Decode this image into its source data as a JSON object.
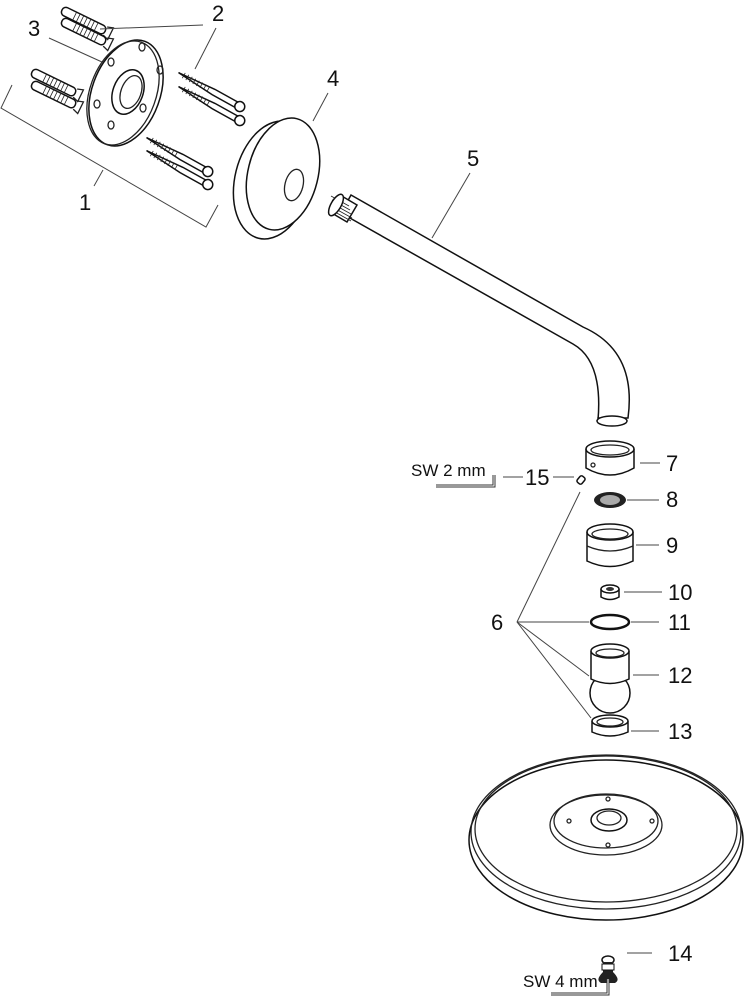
{
  "diagram": {
    "title": "Exploded view – overhead shower arm assembly",
    "parts": [
      {
        "number": "1",
        "name": "mounting-set"
      },
      {
        "number": "2",
        "name": "screws-and-dowels"
      },
      {
        "number": "3",
        "name": "wall-flange"
      },
      {
        "number": "4",
        "name": "wall-rosette"
      },
      {
        "number": "5",
        "name": "shower-arm"
      },
      {
        "number": "6",
        "name": "ball-joint-set"
      },
      {
        "number": "7",
        "name": "clamp-ring"
      },
      {
        "number": "8",
        "name": "strainer"
      },
      {
        "number": "9",
        "name": "union-nut"
      },
      {
        "number": "10",
        "name": "flow-limiter"
      },
      {
        "number": "11",
        "name": "o-ring"
      },
      {
        "number": "12",
        "name": "ball-joint"
      },
      {
        "number": "13",
        "name": "ball-seat-ring"
      },
      {
        "number": "14",
        "name": "fixing-screw"
      },
      {
        "number": "15",
        "name": "grub-screw"
      }
    ],
    "tools": [
      {
        "label": "SW 2 mm",
        "for_part": "15"
      },
      {
        "label": "SW 4 mm",
        "for_part": "14"
      }
    ]
  }
}
